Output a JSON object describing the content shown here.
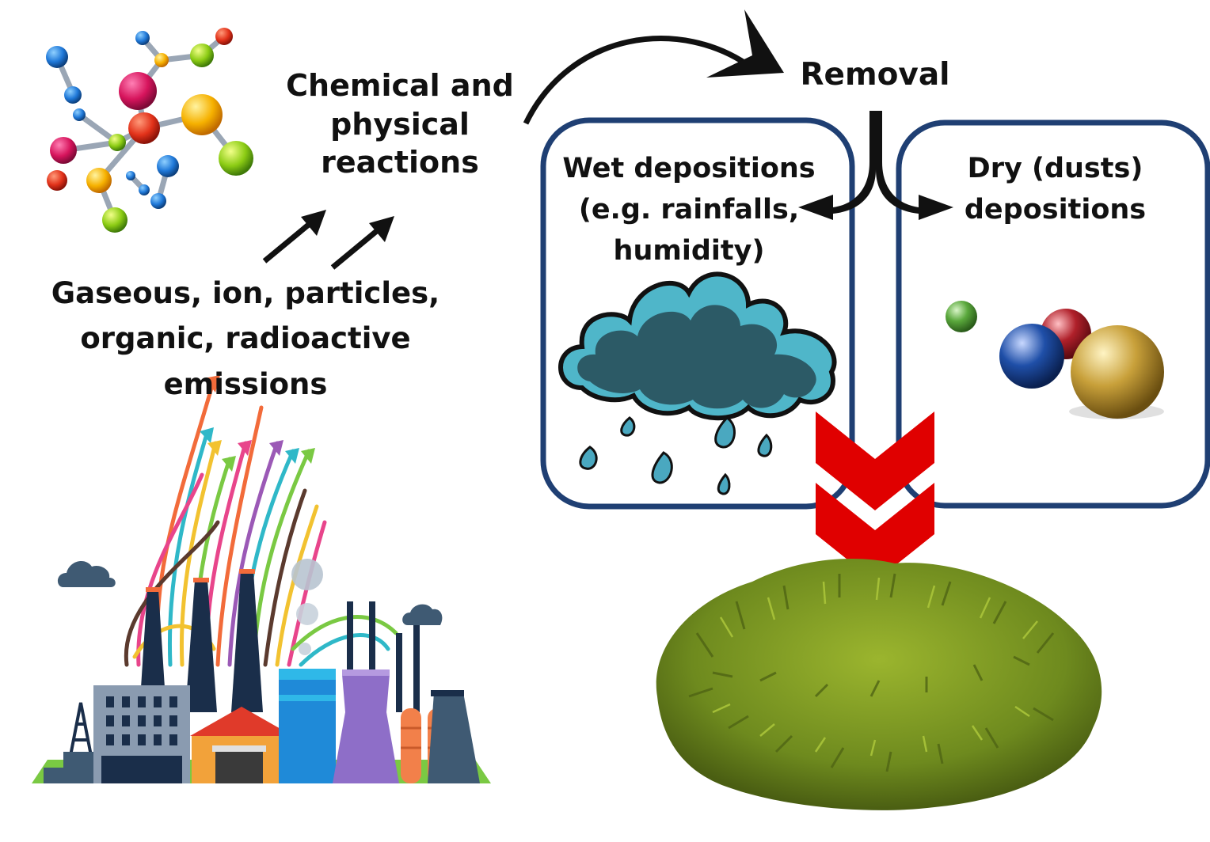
{
  "labels": {
    "reactions": [
      "Chemical and",
      "physical",
      "reactions"
    ],
    "emissions": [
      "Gaseous, ion, particles,",
      "organic, radioactive emissions"
    ],
    "removal": "Removal",
    "wet": [
      "Wet depositions",
      "(e.g. rainfalls,",
      "humidity)"
    ],
    "dry": [
      "Dry (dusts)",
      "depositions"
    ]
  },
  "colors": {
    "box_border": "#1f3f73",
    "chevron": "#e00000",
    "rain_cloud": "#2c5a66",
    "rain_cloud_light": "#4fb6c9",
    "raindrop": "#4aa8c0",
    "moss": "#6e8a1e",
    "sphere_green": "#5aa83c",
    "sphere_red": "#b0202a",
    "sphere_blue": "#1f4fa8",
    "sphere_gold": "#c8a03a"
  },
  "icons": [
    "molecule-icon",
    "factory-icon",
    "rain-cloud-icon",
    "dust-spheres-icon",
    "moss-icon"
  ]
}
